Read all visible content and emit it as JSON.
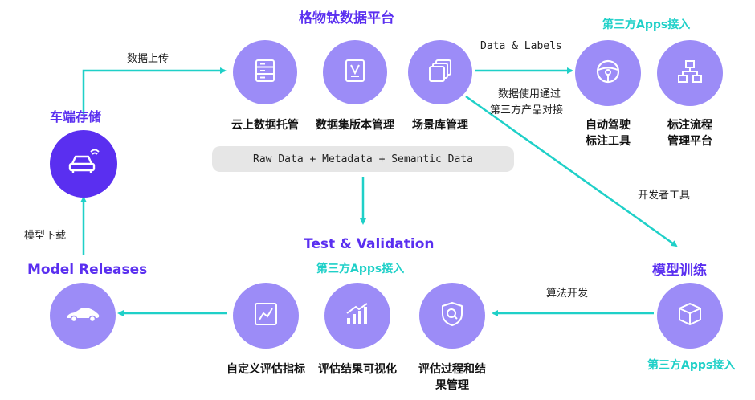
{
  "platform": {
    "title": "格物钛数据平台",
    "nodes": [
      {
        "label": "云上数据托管",
        "icon": "server-stack-icon"
      },
      {
        "label": "数据集版本管理",
        "icon": "version-document-icon"
      },
      {
        "label": "场景库管理",
        "icon": "stacked-layers-icon"
      }
    ],
    "pill_text": "Raw Data + Metadata + Semantic Data"
  },
  "car_storage": {
    "title": "车端存储",
    "icon": "connected-car-icon"
  },
  "third_party_top": {
    "title": "第三方Apps接入",
    "nodes": [
      {
        "label_lines": [
          "自动驾驶",
          "标注工具"
        ],
        "icon": "steering-wheel-icon"
      },
      {
        "label_lines": [
          "标注流程",
          "管理平台"
        ],
        "icon": "flowchart-icon"
      }
    ]
  },
  "edge_labels": {
    "upload": "数据上传",
    "data_labels": "Data & Labels",
    "data_usage_lines": [
      "数据使用通过",
      "第三方产品对接"
    ],
    "dev_tools": "开发者工具",
    "algo_dev": "算法开发",
    "model_download": "模型下载"
  },
  "training": {
    "title": "模型训练",
    "third_party": "第三方Apps接入",
    "icon": "cube-box-icon"
  },
  "test_validation": {
    "title": "Test & Validation",
    "third_party": "第三方Apps接入",
    "nodes": [
      {
        "label": "自定义评估指标",
        "icon": "line-chart-frame-icon"
      },
      {
        "label": "评估结果可视化",
        "icon": "bar-chart-growth-icon"
      },
      {
        "label_lines": [
          "评估过程和结",
          "果管理"
        ],
        "icon": "shield-search-icon"
      }
    ]
  },
  "model_releases": {
    "title": "Model Releases",
    "icon": "sports-car-icon"
  },
  "colors": {
    "accent_purple": "#5a2ff0",
    "circle_purple": "#9c8cf7",
    "teal": "#1fd0c8",
    "pill_gray": "#e6e6e6"
  }
}
